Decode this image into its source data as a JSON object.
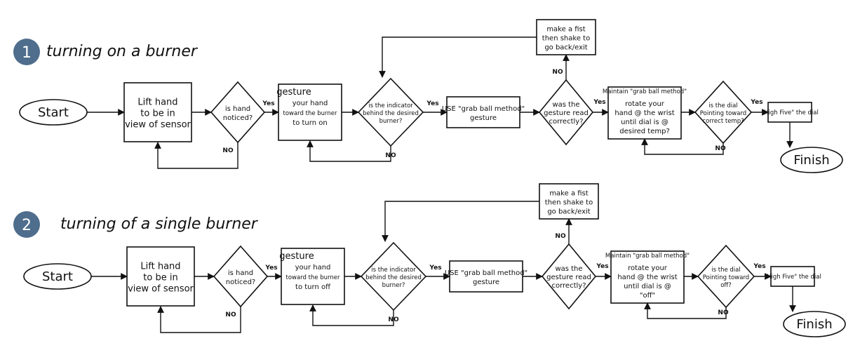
{
  "flows": [
    {
      "number": "1",
      "title": "turning on a burner",
      "start": "Start",
      "lift": [
        "Lift hand",
        "to be in",
        "view of sensor"
      ],
      "noticed": [
        "is hand",
        "noticed?"
      ],
      "gesture": [
        "gesture",
        "your hand",
        "toward the burner",
        "to turn on"
      ],
      "indicator": [
        "is the indicator",
        "behind the desired",
        "burner?"
      ],
      "grab": [
        "USE \"grab ball method\"",
        "gesture"
      ],
      "read": [
        "was the",
        "gesture read",
        "correctly?"
      ],
      "fist": [
        "make a fist",
        "then shake to",
        "go back/exit"
      ],
      "rotate_note": "Maintain \"grab ball method\"",
      "rotate": [
        "rotate your",
        "hand @ the wrist",
        "until dial is @",
        "desired temp?"
      ],
      "pointing": [
        "is the dial",
        "Pointing toward",
        "correct temp?"
      ],
      "highfive": "\"High Five\" the dial",
      "finish": "Finish",
      "yes": "Yes",
      "no": "NO"
    },
    {
      "number": "2",
      "title": "turning of a single burner",
      "start": "Start",
      "lift": [
        "Lift hand",
        "to be in",
        "view of sensor"
      ],
      "noticed": [
        "is hand",
        "noticed?"
      ],
      "gesture": [
        "gesture",
        "your hand",
        "toward the burner",
        "to turn off"
      ],
      "indicator": [
        "is the indicator",
        "behind the desired",
        "burner?"
      ],
      "grab": [
        "USE \"grab ball method\"",
        "gesture"
      ],
      "read": [
        "was the",
        "gesture read",
        "correctly?"
      ],
      "fist": [
        "make a fist",
        "then shake to",
        "go back/exit"
      ],
      "rotate_note": "Maintain \"grab ball method\"",
      "rotate": [
        "rotate your",
        "hand @ the wrist",
        "until dial is @",
        "\"off\""
      ],
      "pointing": [
        "is the dial",
        "Pointing toward",
        "off?"
      ],
      "highfive": "\"High Five\" the dial",
      "finish": "Finish",
      "yes": "Yes",
      "no": "NO"
    }
  ],
  "colors": {
    "badge": "#4f6d8c",
    "ink": "#111111",
    "background": "#ffffff"
  }
}
